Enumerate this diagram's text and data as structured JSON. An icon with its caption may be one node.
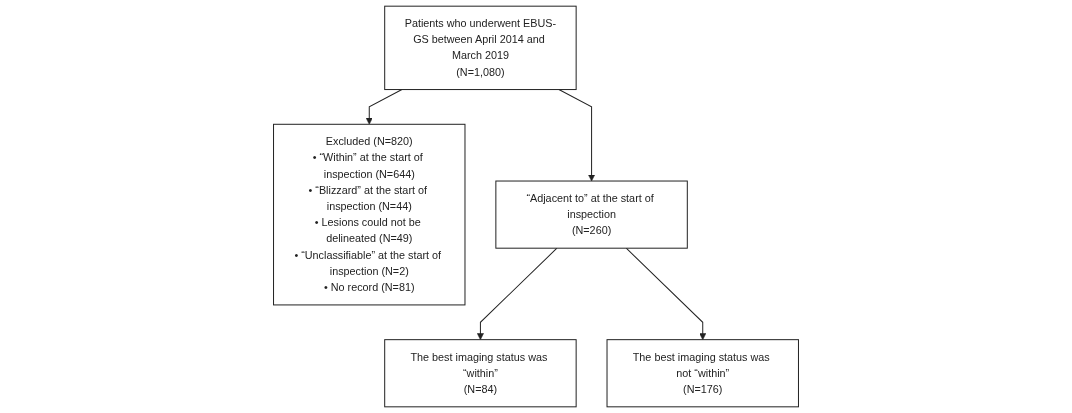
{
  "diagram": {
    "nodes": [
      {
        "text": [
          "Patients who underwent EBUS-GS between April 2014 and March 2019",
          "(N=1,080)"
        ]
      },
      {
        "text": [
          "Excluded (N=820)",
          "• “Within” at the start of inspection (N=644)",
          "• “Blizzard” at the start of inspection (N=44)",
          "• Lesions could not be delineated (N=49)",
          "• “Unclassifiable” at the start of inspection (N=2)",
          "• No record (N=81)"
        ]
      },
      {
        "text": [
          "“Adjacent to” at the start of inspection",
          "(N=260)"
        ]
      },
      {
        "text": [
          "The best imaging status was “within”",
          "(N=84)"
        ]
      },
      {
        "text": [
          "The best imaging status was not “within”",
          "(N=176)"
        ]
      }
    ],
    "edges": [
      {
        "from": 0,
        "to": 2,
        "arrow": "to"
      },
      {
        "from": 0,
        "to": 1,
        "arrow": "to"
      },
      {
        "from": 2,
        "to": 3,
        "arrow": "to"
      },
      {
        "from": 2,
        "to": 4,
        "arrow": "to"
      }
    ]
  }
}
